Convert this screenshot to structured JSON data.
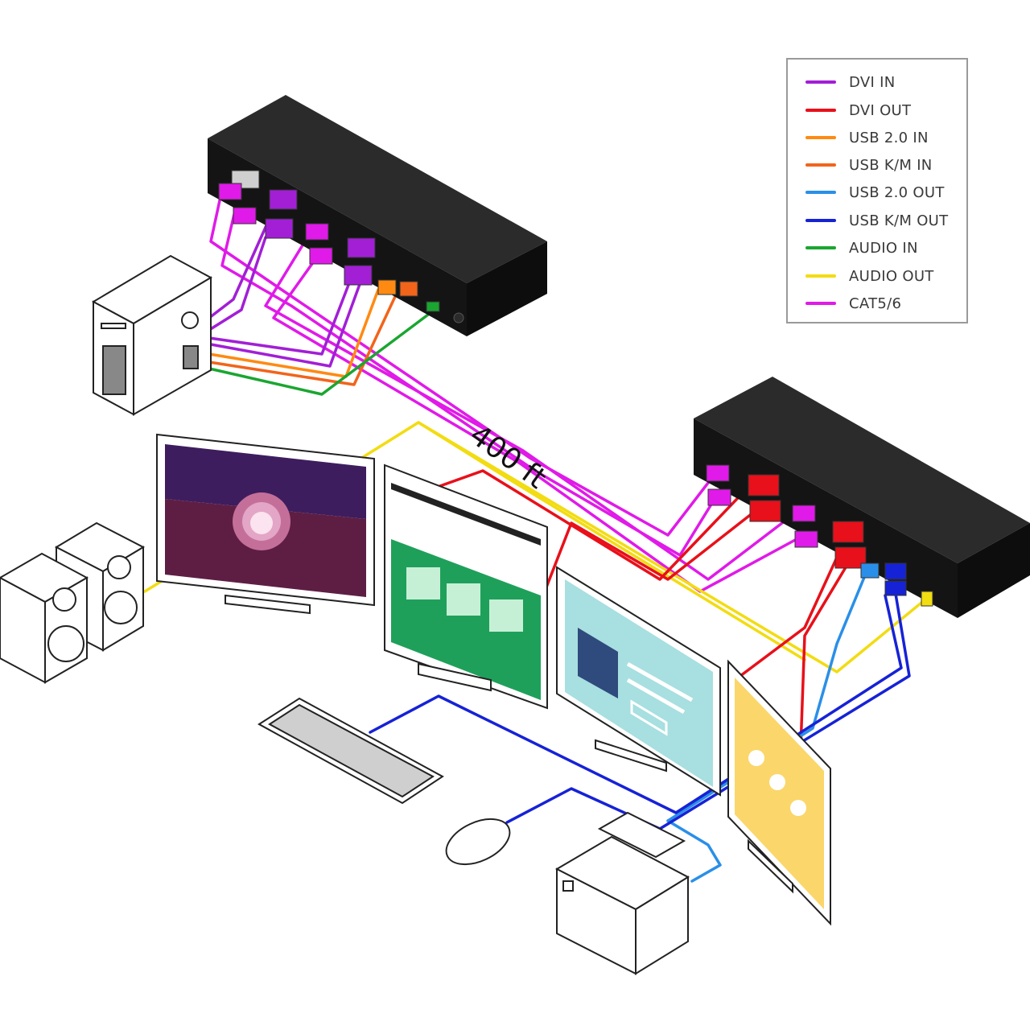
{
  "legend": {
    "items": [
      {
        "label": "DVI IN",
        "color": "#a21fd6"
      },
      {
        "label": "DVI OUT",
        "color": "#e8101a"
      },
      {
        "label": "USB 2.0 IN",
        "color": "#ff8a12"
      },
      {
        "label": "USB K/M IN",
        "color": "#f2641a"
      },
      {
        "label": "USB 2.0 OUT",
        "color": "#2a8fe8"
      },
      {
        "label": "USB K/M OUT",
        "color": "#1622d6"
      },
      {
        "label": "AUDIO IN",
        "color": "#1aa630"
      },
      {
        "label": "AUDIO OUT",
        "color": "#f2dc12"
      },
      {
        "label": "CAT5/6",
        "color": "#e01ae8"
      }
    ]
  },
  "distance_label": "400 ft",
  "colors": {
    "unit_top": "#2b2b2b",
    "unit_front": "#141414",
    "sunset_sky": "#3d1d5e",
    "sunset_sea": "#5e1e44",
    "web_green": "#1fa05a",
    "web_cyan": "#a8dfe0",
    "web_navy": "#2f4a7c",
    "web_yellow": "#fbd66a"
  }
}
